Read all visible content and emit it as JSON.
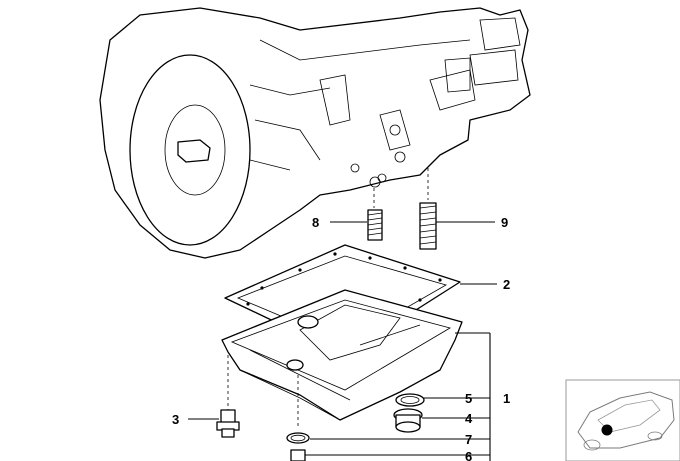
{
  "diagram": {
    "callouts": [
      {
        "id": "c1",
        "label": "1"
      },
      {
        "id": "c2",
        "label": "2"
      },
      {
        "id": "c3",
        "label": "3"
      },
      {
        "id": "c4",
        "label": "4"
      },
      {
        "id": "c5",
        "label": "5"
      },
      {
        "id": "c6",
        "label": "6"
      },
      {
        "id": "c7",
        "label": "7"
      },
      {
        "id": "c8",
        "label": "8"
      },
      {
        "id": "c9",
        "label": "9"
      }
    ],
    "parts": [
      "transmission-housing",
      "oil-pan-gasket",
      "oil-pan",
      "drain-bolt",
      "filler-plug",
      "gasket-ring",
      "o-ring",
      "oil-filter",
      "spring-short",
      "spring-long"
    ],
    "thumbnail": {
      "subject": "car-silhouette",
      "marker_color": "#000000"
    }
  }
}
